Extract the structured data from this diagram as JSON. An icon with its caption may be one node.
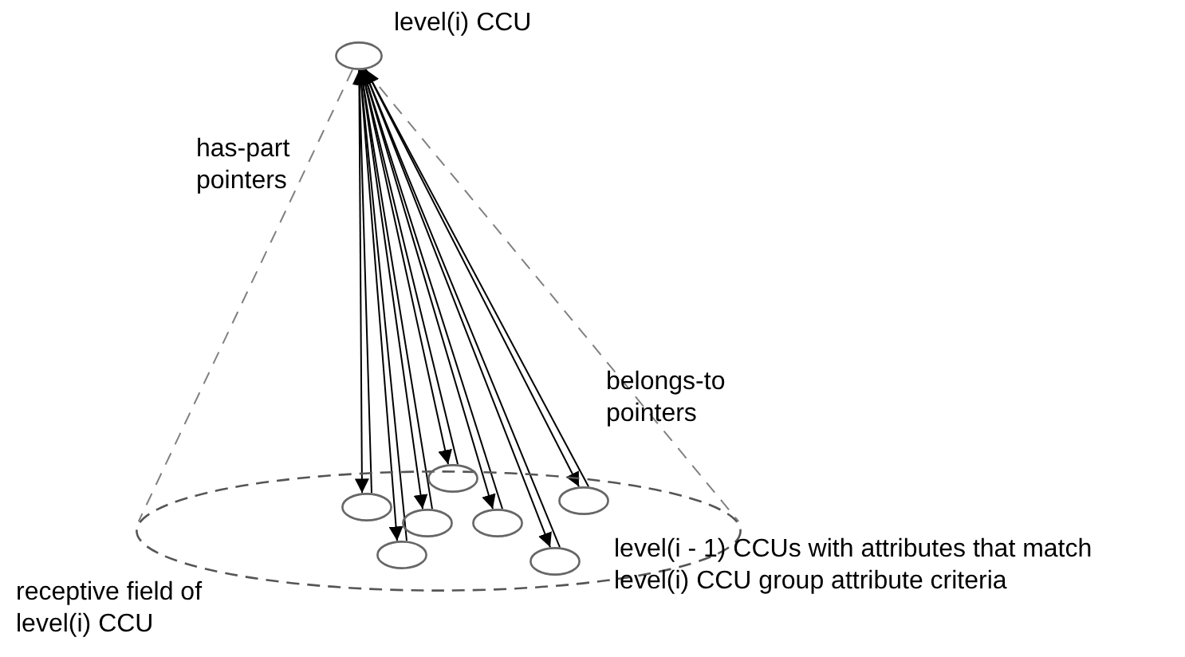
{
  "diagram": {
    "nodes": [
      {
        "text": [],
        "shape": "ellipse",
        "beside": [
          "level(i) CCU"
        ]
      },
      {
        "text": [],
        "shape": "ellipse",
        "beside": [
          "receptive field of level(i) CCU"
        ]
      },
      {
        "text": [],
        "shape": "ellipse",
        "in": 1
      },
      {
        "text": [],
        "shape": "ellipse",
        "in": 1
      },
      {
        "text": [],
        "shape": "ellipse",
        "in": 1
      },
      {
        "text": [],
        "shape": "ellipse",
        "in": 1
      },
      {
        "text": [],
        "shape": "ellipse",
        "in": 1
      },
      {
        "text": [],
        "shape": "ellipse",
        "in": 1
      },
      {
        "text": [],
        "shape": "ellipse",
        "in": 1
      }
    ],
    "edges": [
      {
        "from": 0,
        "to": 1,
        "arrow": "none",
        "style": "dashed",
        "color": "#808080"
      },
      {
        "from": 0,
        "to": 1,
        "arrow": "none",
        "style": "dashed",
        "color": "#808080"
      },
      {
        "from": 0,
        "to": 3,
        "arrow": "to"
      },
      {
        "from": 0,
        "to": 4,
        "arrow": "to"
      },
      {
        "from": 0,
        "to": 5,
        "arrow": "to"
      },
      {
        "from": 0,
        "to": 6,
        "arrow": "to"
      },
      {
        "from": 0,
        "to": 7,
        "arrow": "to"
      },
      {
        "from": 0,
        "to": 8,
        "arrow": "to"
      },
      {
        "from": 0,
        "to": 2,
        "arrow": "to"
      },
      {
        "from": 3,
        "to": 0,
        "arrow": "to"
      },
      {
        "from": 4,
        "to": 0,
        "arrow": "to"
      },
      {
        "from": 5,
        "to": 0,
        "arrow": "to"
      },
      {
        "from": 6,
        "to": 0,
        "arrow": "to"
      },
      {
        "from": 7,
        "to": 0,
        "arrow": "to"
      },
      {
        "from": 8,
        "to": 0,
        "arrow": "to"
      },
      {
        "from": 2,
        "to": 0,
        "arrow": "to"
      }
    ],
    "labels": [
      "has-part pointers",
      "belongs-to pointers",
      "level(i - 1) CCUs with attributes that match level(i) CCU group attribute criteria"
    ]
  }
}
